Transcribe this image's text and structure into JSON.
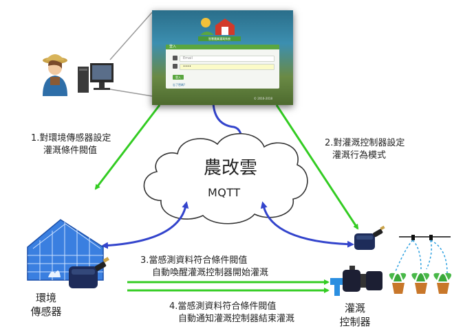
{
  "labels": {
    "center_title": "農改雲",
    "center_subtitle": "MQTT",
    "step1_line1": "1.對環境傳感器設定",
    "step1_line2": "灌溉條件閥值",
    "step2_line1": "2.對灌溉控制器設定",
    "step2_line2": "灌溉行為模式",
    "step3_line1": "3.當感測資料符合條件閥值",
    "step3_line2": "自動喚醒灌溉控制器開始灌溉",
    "step4_line1": "4.當感測資料符合條件閥值",
    "step4_line2": "自動通知灌溉控制器結束灌溉",
    "sensor_line1": "環境",
    "sensor_line2": "傳感器",
    "controller_line1": "灌溉",
    "controller_line2": "控制器"
  },
  "login_screen": {
    "banner_text": "智慧農業灌溉系統",
    "panel_header": "登入",
    "email_placeholder": "Email",
    "password_value": "••••",
    "login_button": "登入",
    "forgot_link": "忘了密碼?",
    "footer_text": "© 2016-2018"
  },
  "colors": {
    "green_arrow": "#33cc22",
    "blue_arrow": "#3344cc",
    "cloud_stroke": "#333333",
    "greenhouse": "#2f6fd0"
  },
  "icons": [
    "farmer-icon",
    "desktop-computer-icon",
    "cloud-icon",
    "greenhouse-icon",
    "sensor-device-icon",
    "controller-device-icon",
    "water-pump-icon",
    "plant-icon",
    "sprinkler-icon"
  ]
}
